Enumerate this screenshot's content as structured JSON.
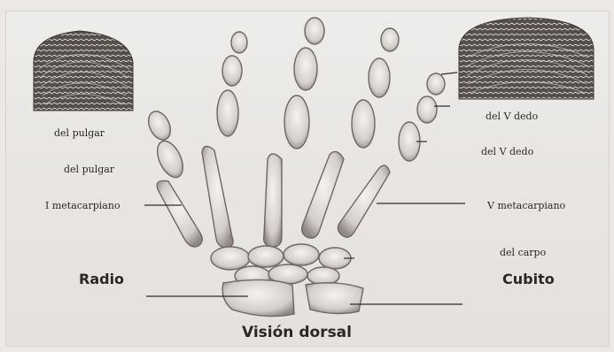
{
  "labels": {
    "left_1": "del pulgar",
    "left_2": "del pulgar",
    "left_3": "I metacarpiano",
    "left_4": "Radio",
    "right_1": "del V dedo",
    "right_2": "del V dedo",
    "right_3": "V metacarpiano",
    "right_4": "del carpo",
    "right_5": "Cubito"
  },
  "caption": "Visión dorsal",
  "icons": {
    "left_print": "fingerprint-icon",
    "right_print": "fingerprint-icon",
    "hand": "hand-skeleton-icon"
  }
}
